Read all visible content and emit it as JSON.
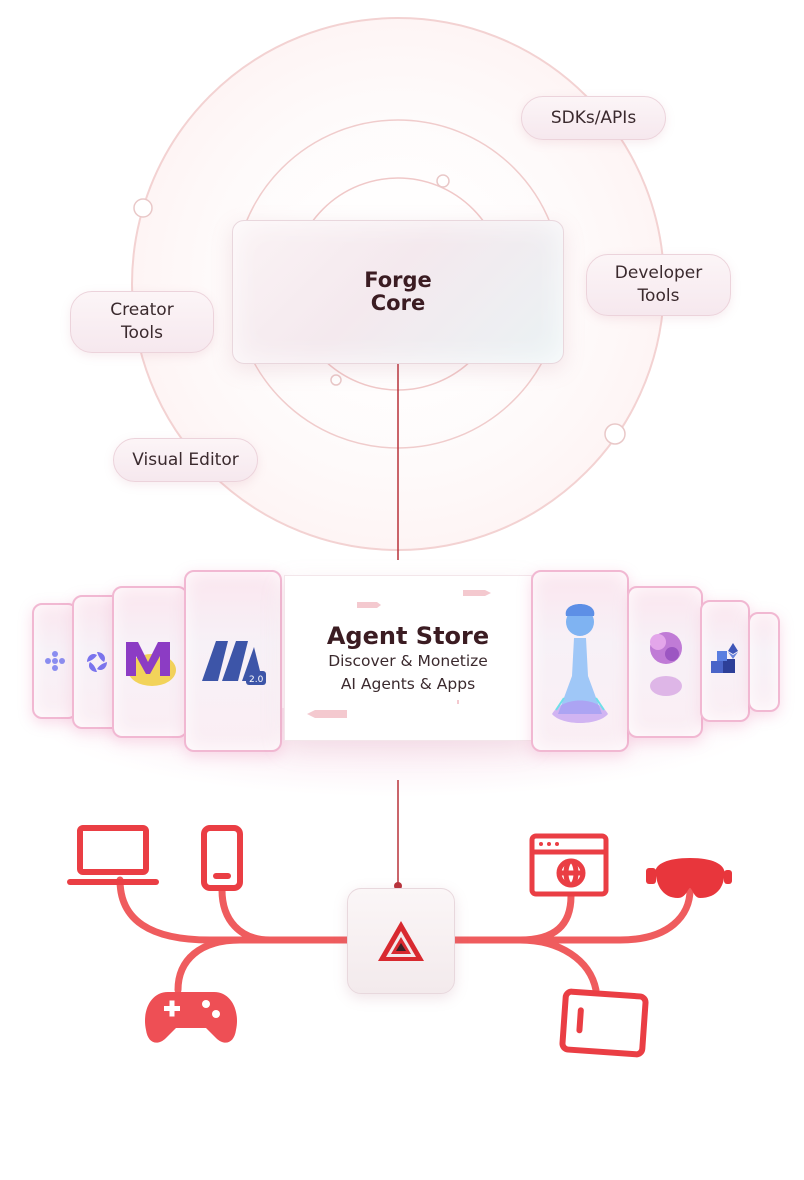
{
  "orbit": {
    "core": {
      "line1": "Forge",
      "line2": "Core"
    },
    "labels": {
      "sdks_apis": "SDKs/APIs",
      "developer_tools": {
        "line1": "Developer",
        "line2": "Tools"
      },
      "creator_tools": {
        "line1": "Creator",
        "line2": "Tools"
      },
      "visual_editor": "Visual Editor"
    }
  },
  "store": {
    "title": "Agent Store",
    "subtitle_line1": "Discover & Monetize",
    "subtitle_line2": "AI Agents & Apps"
  },
  "devices": [
    "laptop-icon",
    "smartphone-icon",
    "browser-globe-icon",
    "vr-headset-icon",
    "gamepad-icon",
    "tablet-icon"
  ],
  "colors": {
    "accent": "#ee4f55",
    "connector": "#b8323a",
    "orbit": "#f2cfcf",
    "card_border": "#f1b8d2"
  }
}
